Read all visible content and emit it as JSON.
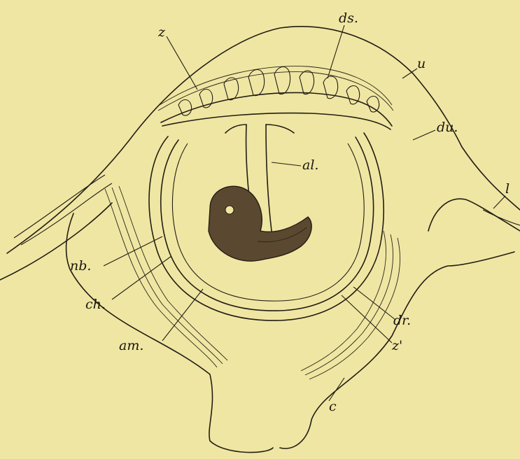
{
  "background_color": "#efe6a3",
  "ink_color": "#221d14",
  "labels": {
    "z": "z",
    "ds": "ds.",
    "u": "u",
    "du": "du.",
    "al": "al.",
    "l": "l",
    "nb": "nb.",
    "ch": "ch.",
    "am": "am.",
    "dr": "dr.",
    "z_prime": "z'",
    "c": "c"
  }
}
